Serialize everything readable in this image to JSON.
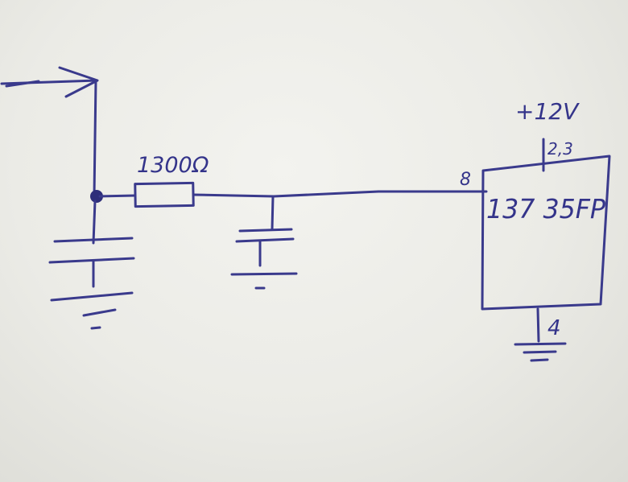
{
  "diagram": {
    "resistor_label": "1300Ω",
    "ic_label": "137 35FP",
    "supply_label": "+12V",
    "supply_pins_label": "2,3",
    "input_pin_label": "8",
    "ground_pin_label": "4"
  },
  "colors": {
    "ink": "#3a3a8c",
    "paper": "#efefea"
  }
}
